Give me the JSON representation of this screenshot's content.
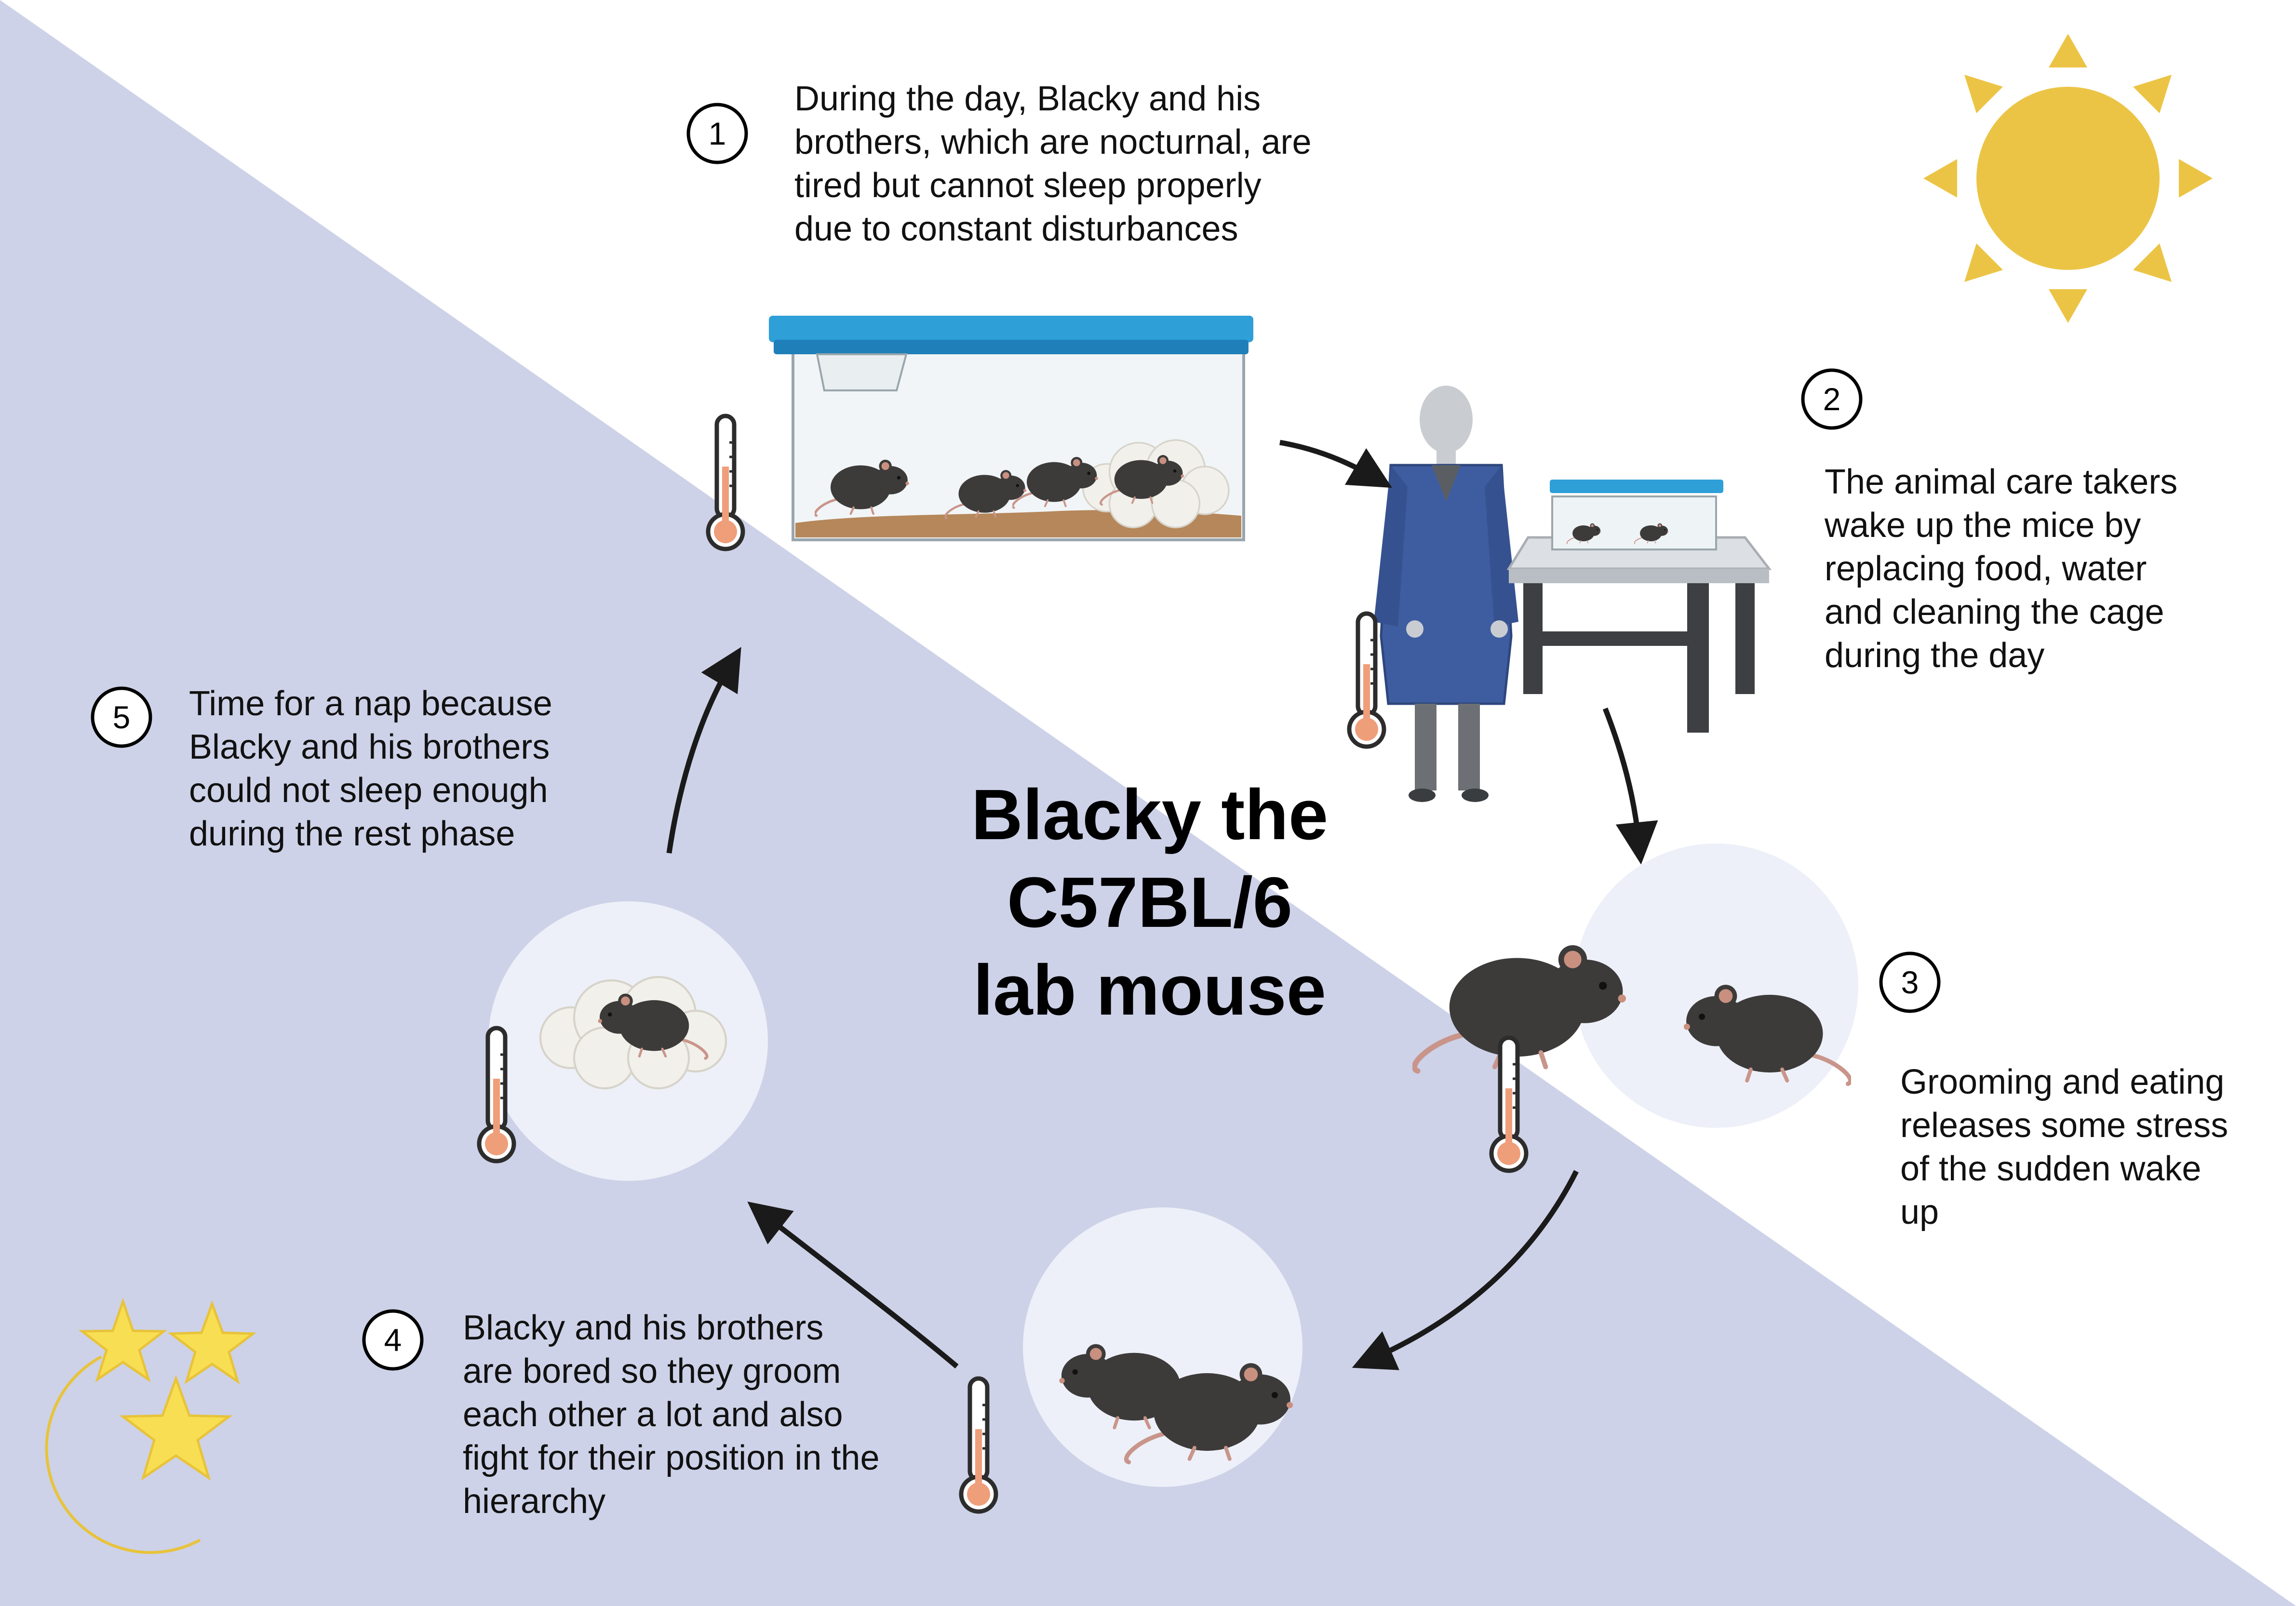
{
  "title": {
    "lines": [
      "Blacky the",
      "C57BL/6",
      "lab mouse"
    ]
  },
  "colors": {
    "night_background": "#cdd2e8",
    "day_background": "#ffffff",
    "sun": "#ecc445",
    "moon_star": "#f8de52",
    "mouse_fur": "#3c3b3a",
    "mouse_ear": "#c99080",
    "thermometer_bulb": "#ef9e7a",
    "cage_lid": "#2f9fd8",
    "lab_coat": "#3e5da1",
    "arrow": "#1a1a1a",
    "scene_circle": "#edf0f8"
  },
  "icons": [
    "sun-icon",
    "moon-icon",
    "star-icon",
    "thermometer-icon",
    "mouse-icon",
    "cage-icon",
    "caretaker-icon",
    "lab-table-icon",
    "nest-icon",
    "arrow-icon"
  ],
  "steps": [
    {
      "number": "1",
      "text": "During the day, Blacky and his brothers, which are nocturnal, are tired but cannot sleep properly due to constant disturbances"
    },
    {
      "number": "2",
      "text": "The animal care takers wake up the mice by replacing food, water and cleaning the cage during the day"
    },
    {
      "number": "3",
      "text": "Grooming and eating releases some stress of the sudden wake up"
    },
    {
      "number": "4",
      "text": "Blacky and his brothers are bored so they groom each other a lot and also fight for their position in the hierarchy"
    },
    {
      "number": "5",
      "text": "Time for a nap because Blacky and his brothers could not sleep enough during the rest phase"
    }
  ]
}
